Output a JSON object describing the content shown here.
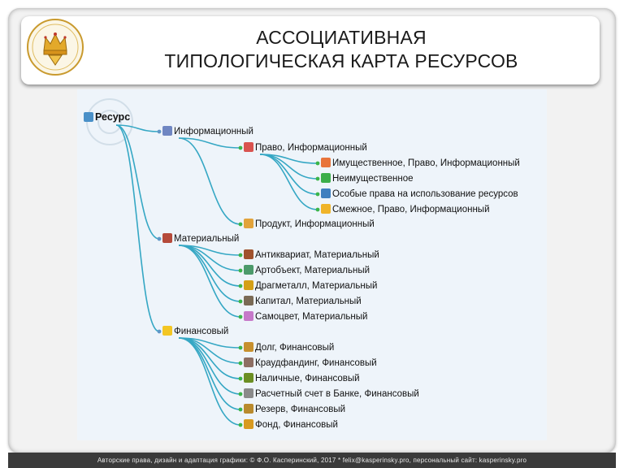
{
  "title": {
    "line1": "АССОЦИАТИВНАЯ",
    "line2": "ТИПОЛОГИЧЕСКАЯ КАРТА РЕСУРСОВ"
  },
  "logo": {
    "icon": "crown-emblem-icon"
  },
  "mindmap": {
    "root": {
      "label": "Ресурс",
      "icon": "resource-icon"
    },
    "branches": [
      {
        "label": "Информационный",
        "icon": "info-icon",
        "children": [
          {
            "label": "Право, Информационный",
            "icon": "law-icon",
            "children": [
              {
                "label": "Имущественное, Право, Информационный",
                "icon": "diamond-icon"
              },
              {
                "label": "Неимущественное",
                "icon": "checkmark-icon"
              },
              {
                "label": "Особые права на использование ресурсов",
                "icon": "globe-icon"
              },
              {
                "label": "Смежное, Право, Информационный",
                "icon": "sun-icon"
              }
            ]
          },
          {
            "label": "Продукт, Информационный",
            "icon": "cloud-icon"
          }
        ]
      },
      {
        "label": "Материальный",
        "icon": "material-icon",
        "children": [
          {
            "label": "Антиквариат, Материальный",
            "icon": "vase-icon"
          },
          {
            "label": "Артобъект, Материальный",
            "icon": "painting-icon"
          },
          {
            "label": "Драгметалл, Материальный",
            "icon": "gold-bars-icon"
          },
          {
            "label": "Капитал, Материальный",
            "icon": "building-icon"
          },
          {
            "label": "Самоцвет, Материальный",
            "icon": "gem-icon"
          }
        ]
      },
      {
        "label": "Финансовый",
        "icon": "coin-sun-icon",
        "children": [
          {
            "label": "Долг, Финансовый",
            "icon": "money-bag-icon"
          },
          {
            "label": "Краудфандинг, Финансовый",
            "icon": "crowd-icon"
          },
          {
            "label": "Наличные, Финансовый",
            "icon": "cash-icon"
          },
          {
            "label": "Расчетный счет в Банке, Финансовый",
            "icon": "bank-icon"
          },
          {
            "label": "Резерв, Финансовый",
            "icon": "reserve-icon"
          },
          {
            "label": "Фонд, Финансовый",
            "icon": "fund-icon"
          }
        ]
      }
    ]
  },
  "footer": "Авторские права, дизайн и адаптация графики: © Ф.О. Касперинский, 2017 * felix@kasperinsky.pro, персональный сайт: kasperinsky.pro",
  "colors": {
    "connector": "#35a7c4",
    "dot_green": "#3cb54a",
    "dot_blue": "#5f97c7",
    "map_bg": "#eef4fa"
  }
}
